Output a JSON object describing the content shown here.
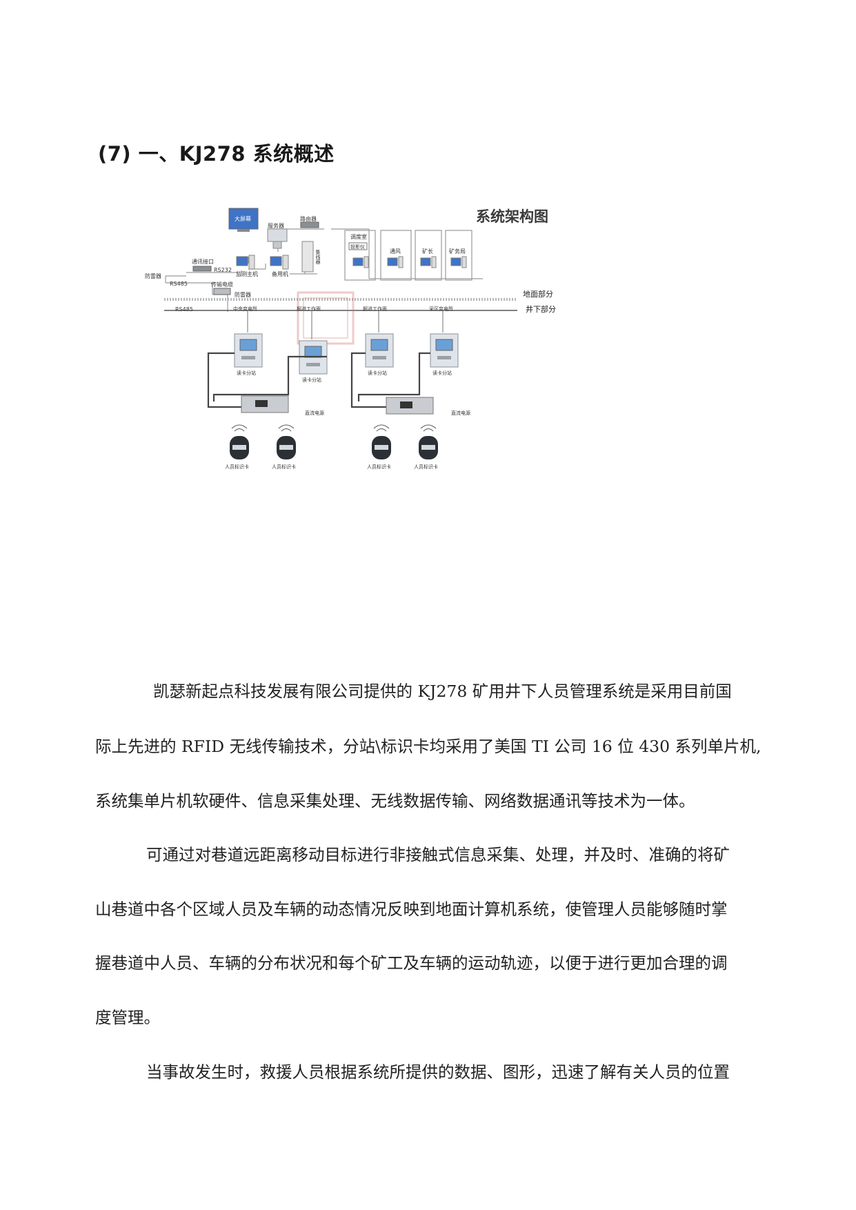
{
  "heading": "(7) 一、KJ278 系统概述",
  "diagram": {
    "title": "系统架构图",
    "zones": {
      "ground": "地面部分",
      "underground": "井下部分"
    },
    "top_nodes": {
      "big_screen": "大屏幕",
      "server": "服务器",
      "router": "路由器",
      "switch": "集线器",
      "monitor_host": "监测主机",
      "backup_host": "备用机",
      "dispatch_room": "调度室",
      "projector": "投影仪",
      "ventilation": "通风",
      "mine_manager": "矿长",
      "mine_bureau": "矿务局"
    },
    "links": {
      "comm_interface": "通讯接口",
      "rs232": "RS232",
      "lightning_arrester_1": "防雷器",
      "rs485_1": "RS485",
      "transmission_cable": "传输电缆",
      "lightning_arrester_2": "防雷器",
      "rs485_2": "RS485"
    },
    "bus_labels": [
      "中央变电所",
      "掘进工作面",
      "掘进工作面",
      "采区变电所"
    ],
    "station_label": "读卡分站",
    "power_label": "直流电源",
    "card_label": "人员标识卡"
  },
  "paragraphs": [
    {
      "lines": [
        "凯瑟新起点科技发展有限公司提供的 KJ278 矿用井下人员管理系统是采用目前国",
        "际上先进的 RFID 无线传输技术，分站\\标识卡均采用了美国 TI 公司 16 位 430 系列单片机,",
        "系统集单片机软硬件、信息采集处理、无线数据传输、网络数据通讯等技术为一体。"
      ]
    },
    {
      "lines": [
        "可通过对巷道远距离移动目标进行非接触式信息采集、处理，并及时、准确的将矿",
        "山巷道中各个区域人员及车辆的动态情况反映到地面计算机系统，使管理人员能够随时掌",
        "握巷道中人员、车辆的分布状况和每个矿工及车辆的运动轨迹，以便于进行更加合理的调",
        "度管理。"
      ]
    },
    {
      "lines": [
        "当事故发生时，救援人员根据系统所提供的数据、图形，迅速了解有关人员的位置"
      ]
    }
  ]
}
